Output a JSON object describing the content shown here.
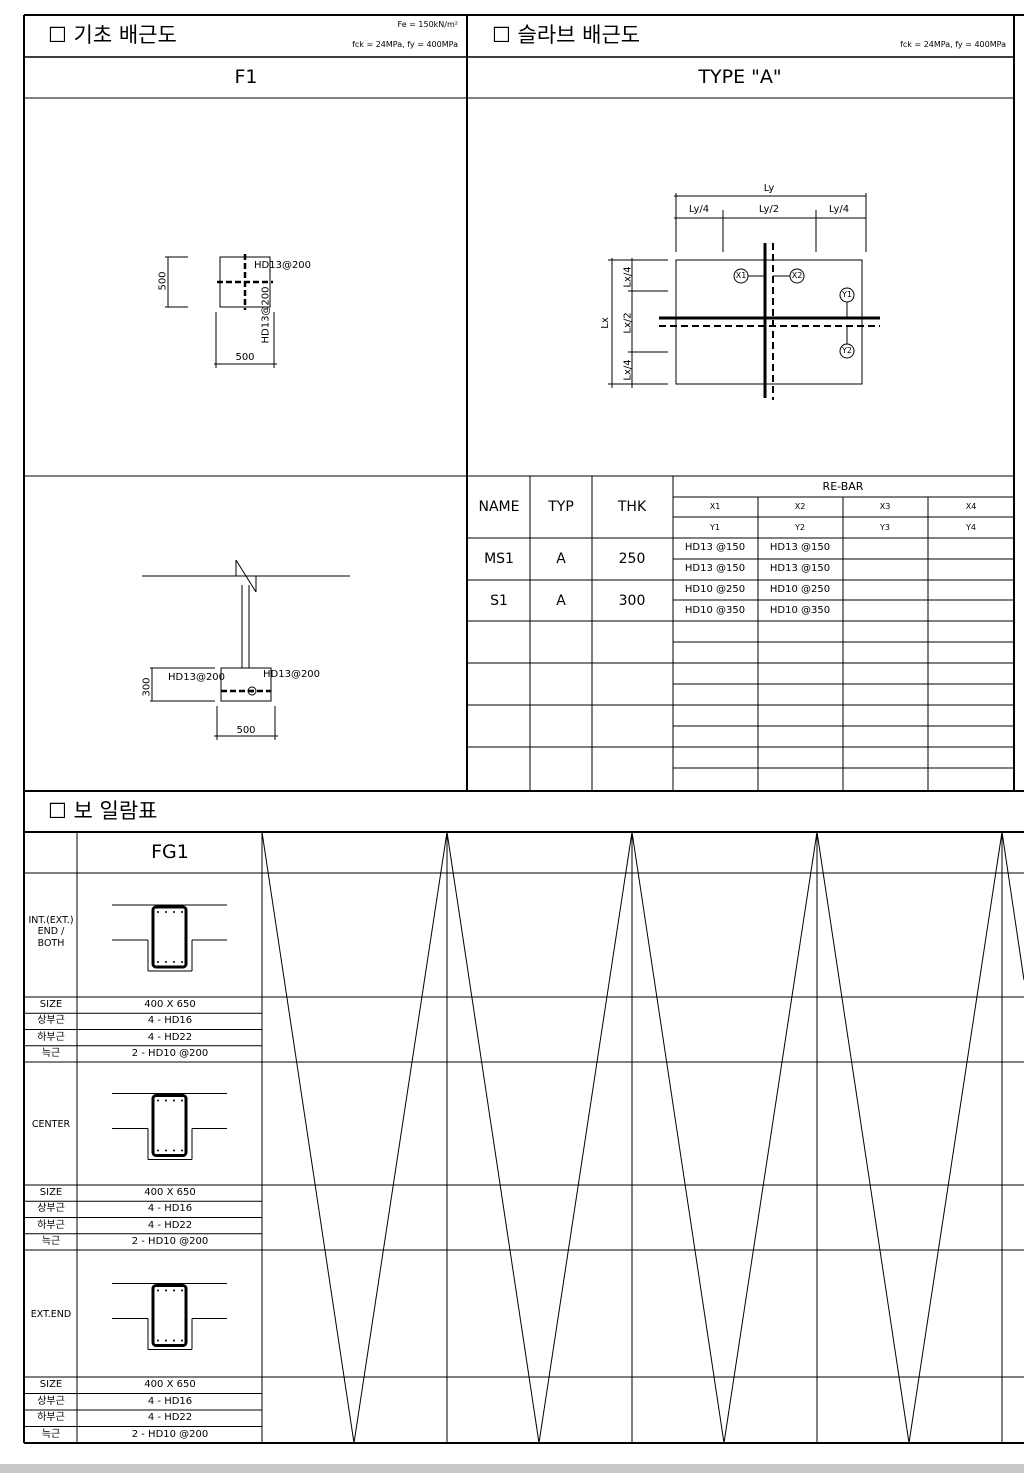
{
  "footing": {
    "title": "☐ 기초 배근도",
    "note1": "Fe = 150kN/m²",
    "note2": "fck = 24MPa, fy = 400MPa",
    "name": "F1",
    "plan": {
      "dim_v": "500",
      "dim_h": "500",
      "bar_x": "HD13@200",
      "bar_y": "HD13@200"
    },
    "section": {
      "dim_v": "300",
      "dim_h": "500",
      "bar_left": "HD13@200",
      "bar_right": "HD13@200"
    }
  },
  "slab": {
    "title": "☐ 슬라브 배근도",
    "note": "fck = 24MPa, fy = 400MPa",
    "type": "TYPE \"A\"",
    "diagram": {
      "ly": "Ly",
      "ly4a": "Ly/4",
      "ly2": "Ly/2",
      "ly4b": "Ly/4",
      "lx": "Lx",
      "lx4a": "Lx/4",
      "lx2": "Lx/2",
      "lx4b": "Lx/4",
      "x1": "X1",
      "x2": "X2",
      "y1": "Y1",
      "y2": "Y2"
    },
    "table": {
      "headers": [
        "NAME",
        "TYP",
        "THK"
      ],
      "rebar": "RE-BAR",
      "x_marks": [
        "X1",
        "X2",
        "X3",
        "X4"
      ],
      "y_marks": [
        "Y1",
        "Y2",
        "Y3",
        "Y4"
      ],
      "rows": [
        {
          "name": "MS1",
          "typ": "A",
          "thk": "250",
          "x": [
            "HD13 @150",
            "HD13 @150"
          ],
          "y": [
            "HD13 @150",
            "HD13 @150"
          ]
        },
        {
          "name": "S1",
          "typ": "A",
          "thk": "300",
          "x": [
            "HD10 @250",
            "HD10 @250"
          ],
          "y": [
            "HD10 @350",
            "HD10 @350"
          ]
        }
      ]
    }
  },
  "beam": {
    "title": "☐ 보 일람표",
    "name": "FG1",
    "sections": [
      {
        "label": "INT.(EXT.) END / BOTH",
        "size": "400 X 650",
        "top": "4 - HD16",
        "bottom": "4 - HD22",
        "stirrup": "2 - HD10 @200"
      },
      {
        "label": "CENTER",
        "size": "400 X 650",
        "top": "4 - HD16",
        "bottom": "4 - HD22",
        "stirrup": "2 - HD10 @200"
      },
      {
        "label": "EXT.END",
        "size": "400 X 650",
        "top": "4 - HD16",
        "bottom": "4 - HD22",
        "stirrup": "2 - HD10 @200"
      }
    ],
    "row_labels": [
      "SIZE",
      "상부근",
      "하부근",
      "늑근"
    ]
  }
}
